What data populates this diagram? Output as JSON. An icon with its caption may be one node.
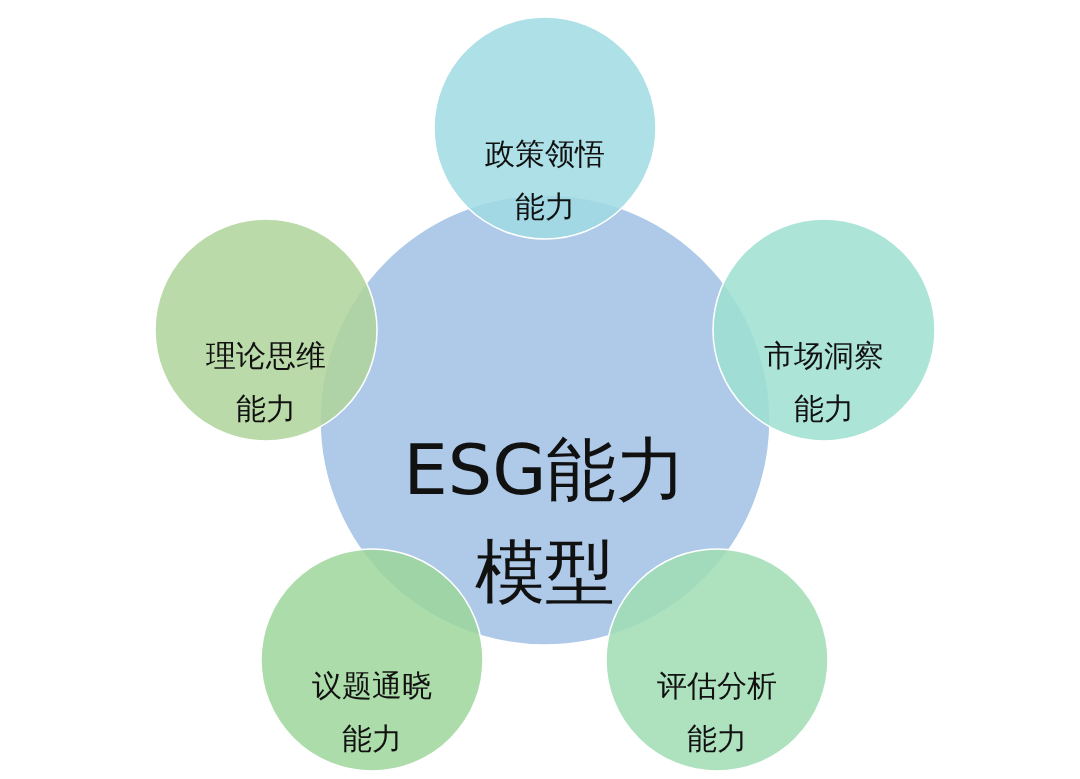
{
  "diagram": {
    "nodes": [
      {
        "text": [
          "ESG能力模型"
        ]
      },
      {
        "text": [
          "政策领悟能力"
        ]
      },
      {
        "text": [
          "市场洞察能力"
        ]
      },
      {
        "text": [
          "评估分析能力"
        ]
      },
      {
        "text": [
          "议题通晓能力"
        ]
      },
      {
        "text": [
          "理论思维能力"
        ]
      }
    ]
  }
}
